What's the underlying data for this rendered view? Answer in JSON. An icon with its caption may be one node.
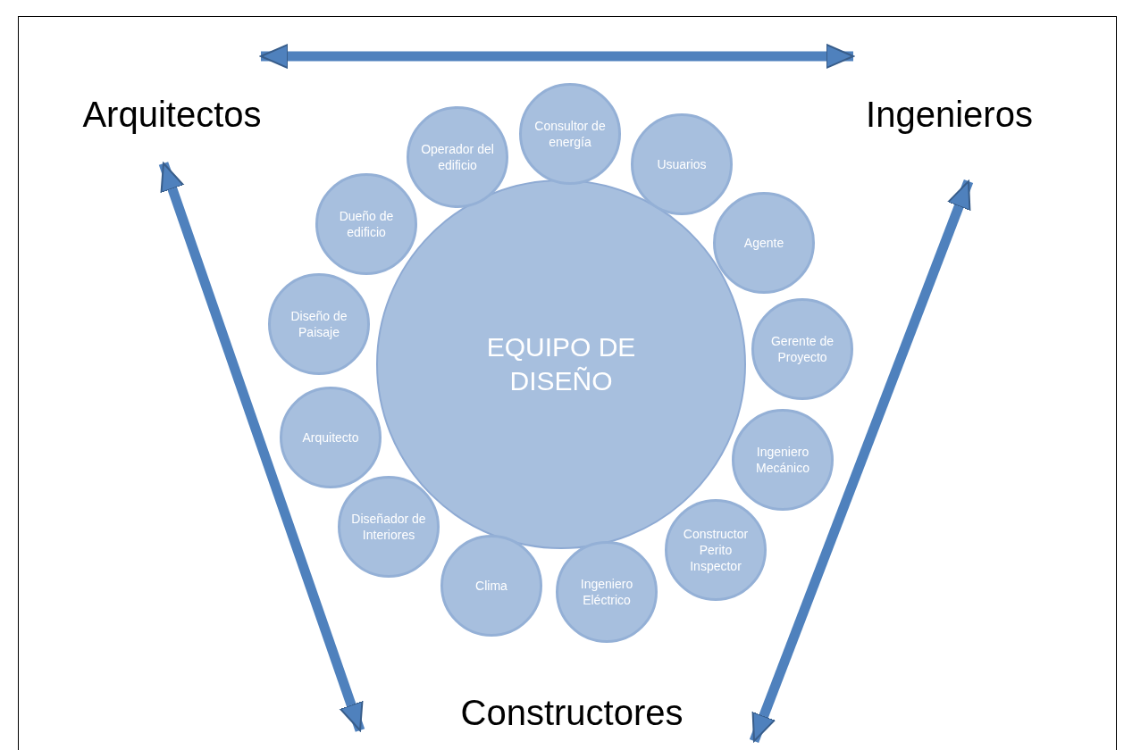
{
  "diagram": {
    "nodes": [
      {
        "text": [
          "Arquitectos"
        ]
      },
      {
        "text": [
          "Ingenieros"
        ]
      },
      {
        "text": [
          "EQUIPO DE DISEÑO"
        ]
      },
      {
        "text": [
          "Dueño de edificio"
        ]
      },
      {
        "text": [
          "Operador del edificio"
        ]
      },
      {
        "text": [
          "Consultor de energía"
        ]
      },
      {
        "text": [
          "Usuarios"
        ]
      },
      {
        "text": [
          "Agente"
        ]
      },
      {
        "text": [
          "Gerente de Proyecto"
        ]
      },
      {
        "text": [
          "Ingeniero Mecánico"
        ]
      },
      {
        "text": [
          "Constructor Perito Inspector"
        ]
      },
      {
        "text": [
          "Ingeniero Eléctrico"
        ]
      },
      {
        "text": [
          "Clima"
        ]
      },
      {
        "text": [
          "Diseñador de Interiores"
        ]
      },
      {
        "text": [
          "Arquitecto"
        ]
      },
      {
        "text": [
          "Diseño de Paisaje"
        ]
      },
      {
        "text": [
          "Constructores"
        ]
      }
    ],
    "edges": [
      {
        "from": 0,
        "to": 1,
        "arrow": "both"
      },
      {
        "from": 0,
        "to": 16,
        "arrow": "both"
      },
      {
        "from": 1,
        "to": 16,
        "arrow": "both"
      }
    ]
  }
}
